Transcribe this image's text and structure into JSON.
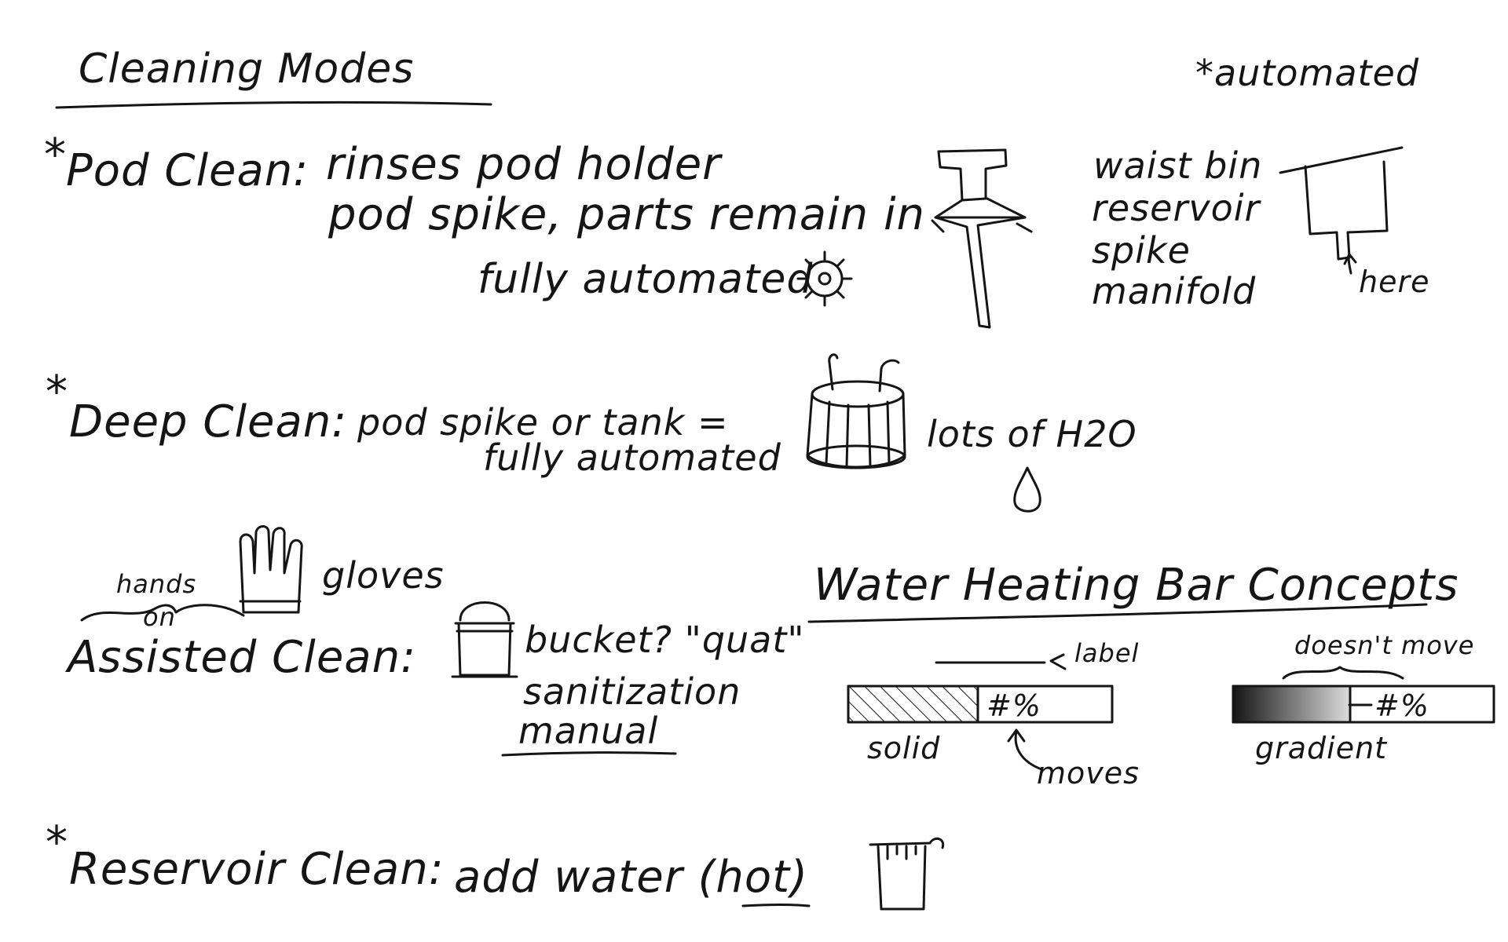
{
  "page": {
    "title": "Cleaning Modes",
    "legend": "*automated"
  },
  "modes": {
    "pod_clean": {
      "marker": "*",
      "label": "Pod Clean:",
      "desc_line1": "rinses pod holder",
      "desc_line2": "pod spike, parts remain in",
      "desc_line3": "fully automated"
    },
    "deep_clean": {
      "marker": "*",
      "label": "Deep Clean:",
      "desc_line1": "pod spike or tank =",
      "desc_line2": "fully automated",
      "note": "lots of H2O"
    },
    "assisted_clean": {
      "label": "Assisted Clean:",
      "hands_label": "hands",
      "on_label": "on",
      "gloves_label": "gloves",
      "desc_line1": "bucket? \"quat\"",
      "desc_line2": "sanitization",
      "desc_line3": "manual"
    },
    "reservoir_clean": {
      "marker": "*",
      "label": "Reservoir Clean:",
      "desc": "add water (hot)"
    }
  },
  "side_notes": {
    "list": [
      "waist bin",
      "reservoir",
      "spike",
      "manifold"
    ],
    "here_label": "here"
  },
  "water_heating": {
    "title": "Water Heating Bar Concepts",
    "label_callout": "label",
    "solid": {
      "caption": "solid",
      "value_text": "#%",
      "callout": "moves",
      "fill_fraction": 0.49
    },
    "gradient": {
      "caption": "gradient",
      "value_text": "#%",
      "callout": "doesn't move",
      "fill_fraction": 0.45
    }
  },
  "colors": {
    "ink": "#151515",
    "paper": "#ffffff"
  },
  "icons": [
    "gear-icon",
    "pod-spike-icon",
    "waist-bin-icon",
    "tank-icon",
    "water-drop-icon",
    "glove-icon",
    "bucket-icon",
    "beaker-icon"
  ]
}
